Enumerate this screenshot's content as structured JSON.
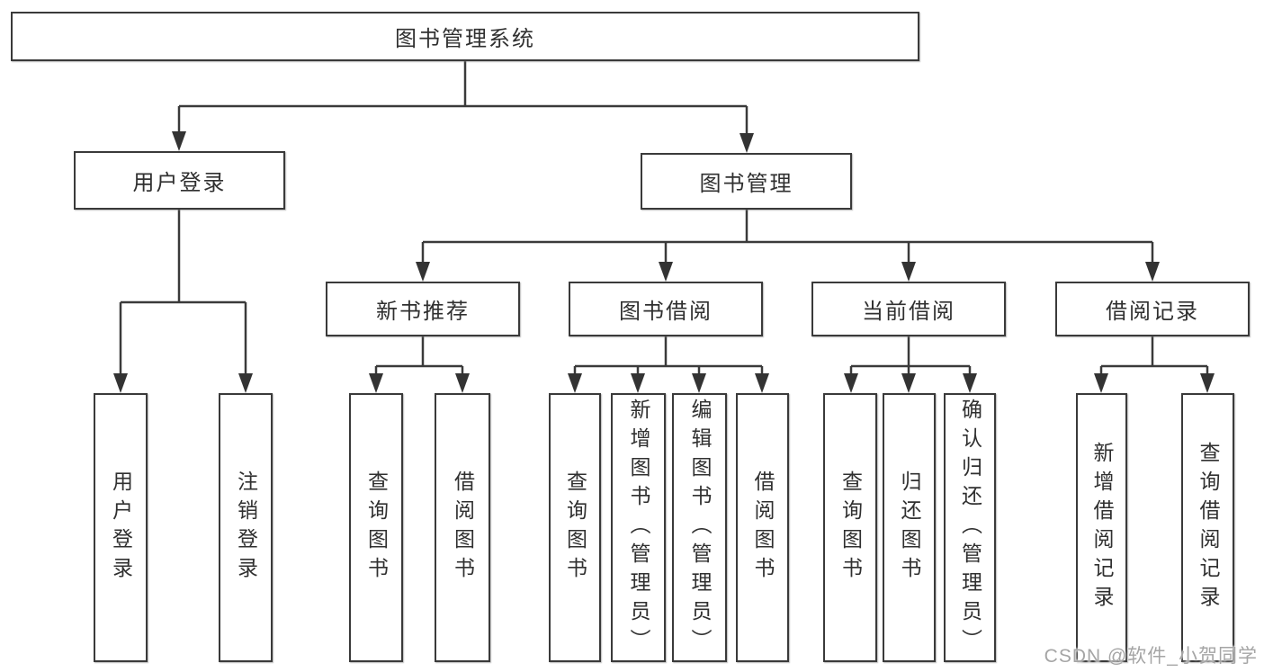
{
  "diagram_title": "图书管理系统",
  "tree": {
    "label": "图书管理系统",
    "children": [
      {
        "label": "用户登录",
        "children": [
          {
            "label": "用户登录"
          },
          {
            "label": "注销登录"
          }
        ]
      },
      {
        "label": "图书管理",
        "children": [
          {
            "label": "新书推荐",
            "children": [
              {
                "label": "查询图书"
              },
              {
                "label": "借阅图书"
              }
            ]
          },
          {
            "label": "图书借阅",
            "children": [
              {
                "label": "查询图书"
              },
              {
                "label": "新增图书（管理员）"
              },
              {
                "label": "编辑图书（管理员）"
              },
              {
                "label": "借阅图书"
              }
            ]
          },
          {
            "label": "当前借阅",
            "children": [
              {
                "label": "查询图书"
              },
              {
                "label": "归还图书"
              },
              {
                "label": "确认归还（管理员）"
              }
            ]
          },
          {
            "label": "借阅记录",
            "children": [
              {
                "label": "新增借阅记录"
              },
              {
                "label": "查询借阅记录"
              }
            ]
          }
        ]
      }
    ]
  },
  "watermark": "CSDN @软件_小贺同学",
  "colors": {
    "background": "#ffffff",
    "line": "#3a3a3a",
    "box_border": "#3a3a3a",
    "text": "#303030",
    "watermark": "#a5a5a5"
  }
}
